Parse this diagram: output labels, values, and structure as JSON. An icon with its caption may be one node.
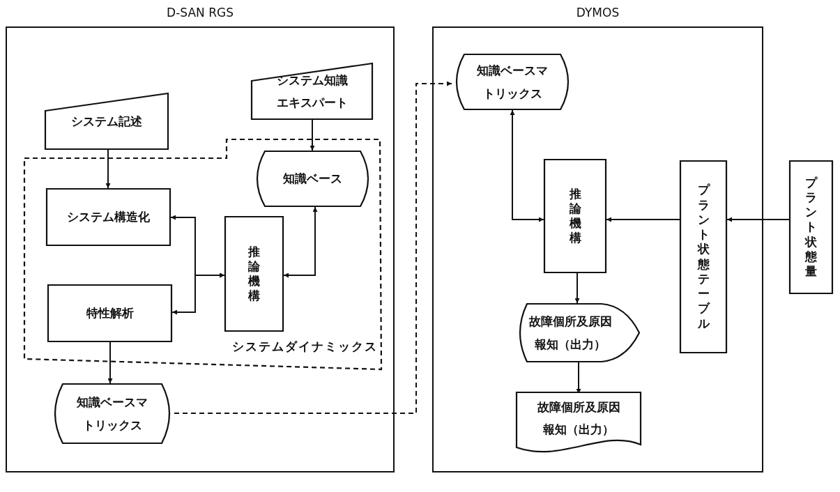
{
  "diagram": {
    "nodes": [
      {
        "text": [
          "D-SAN RGS"
        ]
      },
      {
        "text": [
          "DYMOS"
        ]
      },
      {
        "text": [
          "システム記述"
        ],
        "in": 0
      },
      {
        "text": [
          "システム知識エキスパート"
        ],
        "in": 0
      },
      {
        "text": [
          "システムダイナミックス"
        ],
        "in": 0
      },
      {
        "text": [
          "システム構造化"
        ],
        "in": 4
      },
      {
        "text": [
          "知識ベース"
        ],
        "in": 4
      },
      {
        "text": [
          "推論機構"
        ],
        "in": 4
      },
      {
        "text": [
          "特性解析"
        ],
        "in": 4
      },
      {
        "text": [
          "知識ベースマトリックス"
        ],
        "in": 0
      },
      {
        "text": [
          "知識ベースマトリックス"
        ],
        "in": 1
      },
      {
        "text": [
          "推論機構"
        ],
        "in": 1
      },
      {
        "text": [
          "プラント状態テーブル"
        ],
        "in": 1
      },
      {
        "text": [
          "プラント状態量"
        ]
      },
      {
        "text": [
          "故障個所及原因報知（出力）"
        ],
        "in": 1
      },
      {
        "text": [
          "故障個所及原因報知（出力）"
        ],
        "in": 1
      }
    ],
    "edges": [
      {
        "from": 2,
        "to": 5,
        "arrow": "to"
      },
      {
        "from": 3,
        "to": 6,
        "arrow": "to"
      },
      {
        "from": 5,
        "to": 7,
        "arrow": "both"
      },
      {
        "from": 8,
        "to": 7,
        "arrow": "both"
      },
      {
        "from": 7,
        "to": 6,
        "arrow": "both"
      },
      {
        "from": 8,
        "to": 9,
        "arrow": "to"
      },
      {
        "from": 9,
        "to": 10,
        "arrow": "to",
        "style": "dashed"
      },
      {
        "from": 10,
        "to": 11,
        "arrow": "both"
      },
      {
        "from": 12,
        "to": 11,
        "arrow": "to"
      },
      {
        "from": 13,
        "to": 12,
        "arrow": "to"
      },
      {
        "from": 11,
        "to": 14,
        "arrow": "to"
      },
      {
        "from": 14,
        "to": 15,
        "arrow": "to"
      }
    ]
  }
}
